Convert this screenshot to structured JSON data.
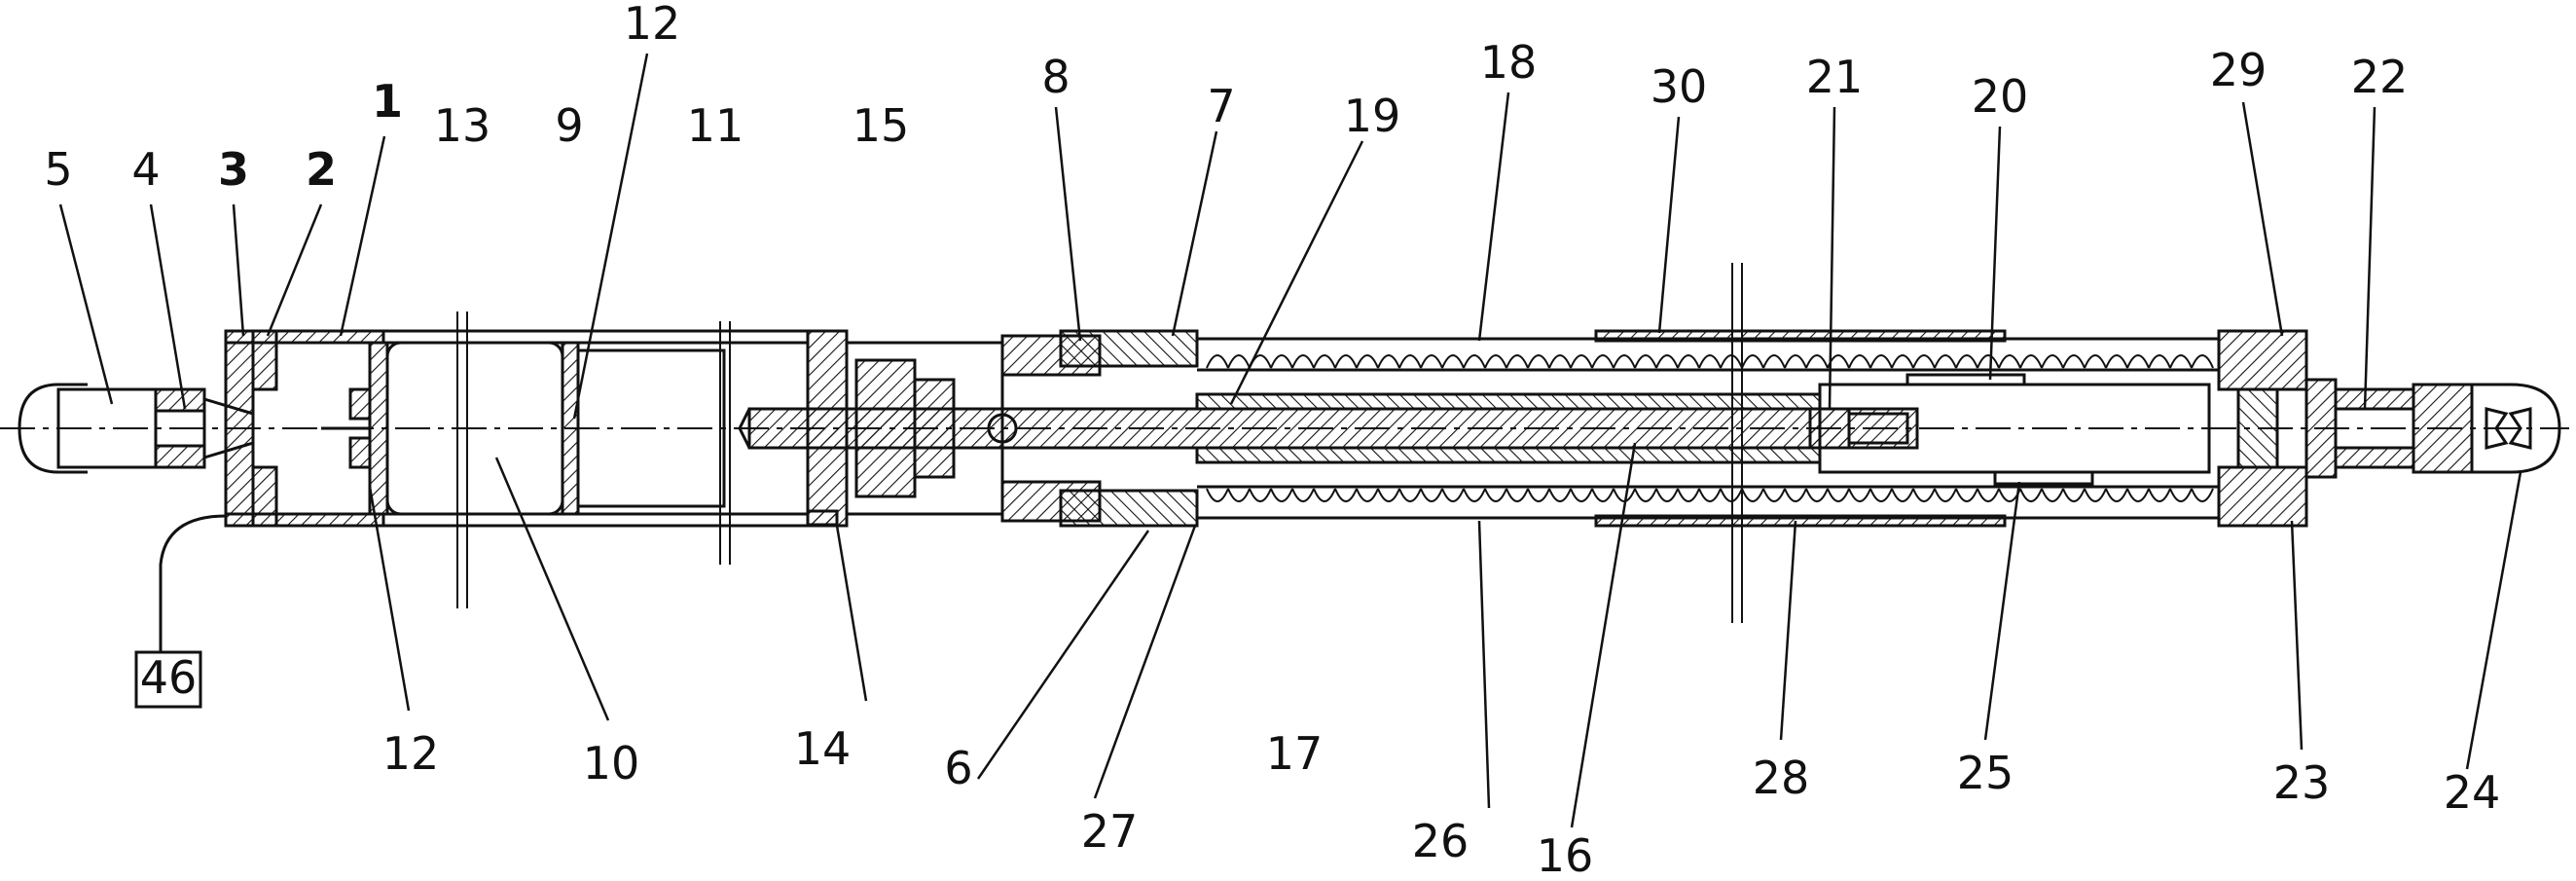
{
  "figure": {
    "reference_numerals": [
      {
        "id": "r5",
        "label": "5"
      },
      {
        "id": "r4",
        "label": "4"
      },
      {
        "id": "r3",
        "label": "3",
        "bold": true
      },
      {
        "id": "r2",
        "label": "2",
        "bold": true
      },
      {
        "id": "r1",
        "label": "1",
        "bold": true
      },
      {
        "id": "r13",
        "label": "13"
      },
      {
        "id": "r12a",
        "label": "12"
      },
      {
        "id": "r9",
        "label": "9"
      },
      {
        "id": "r11",
        "label": "11"
      },
      {
        "id": "r15",
        "label": "15"
      },
      {
        "id": "r8",
        "label": "8"
      },
      {
        "id": "r7",
        "label": "7"
      },
      {
        "id": "r19",
        "label": "19"
      },
      {
        "id": "r18",
        "label": "18"
      },
      {
        "id": "r30",
        "label": "30"
      },
      {
        "id": "r21",
        "label": "21"
      },
      {
        "id": "r20",
        "label": "20"
      },
      {
        "id": "r29",
        "label": "29"
      },
      {
        "id": "r22",
        "label": "22"
      },
      {
        "id": "r12b",
        "label": "12"
      },
      {
        "id": "r10",
        "label": "10"
      },
      {
        "id": "r14",
        "label": "14"
      },
      {
        "id": "r6",
        "label": "6"
      },
      {
        "id": "r27",
        "label": "27"
      },
      {
        "id": "r17",
        "label": "17"
      },
      {
        "id": "r26",
        "label": "26"
      },
      {
        "id": "r16",
        "label": "16"
      },
      {
        "id": "r28",
        "label": "28"
      },
      {
        "id": "r25",
        "label": "25"
      },
      {
        "id": "r23",
        "label": "23"
      },
      {
        "id": "r24",
        "label": "24"
      }
    ],
    "boxed_label": "46"
  }
}
